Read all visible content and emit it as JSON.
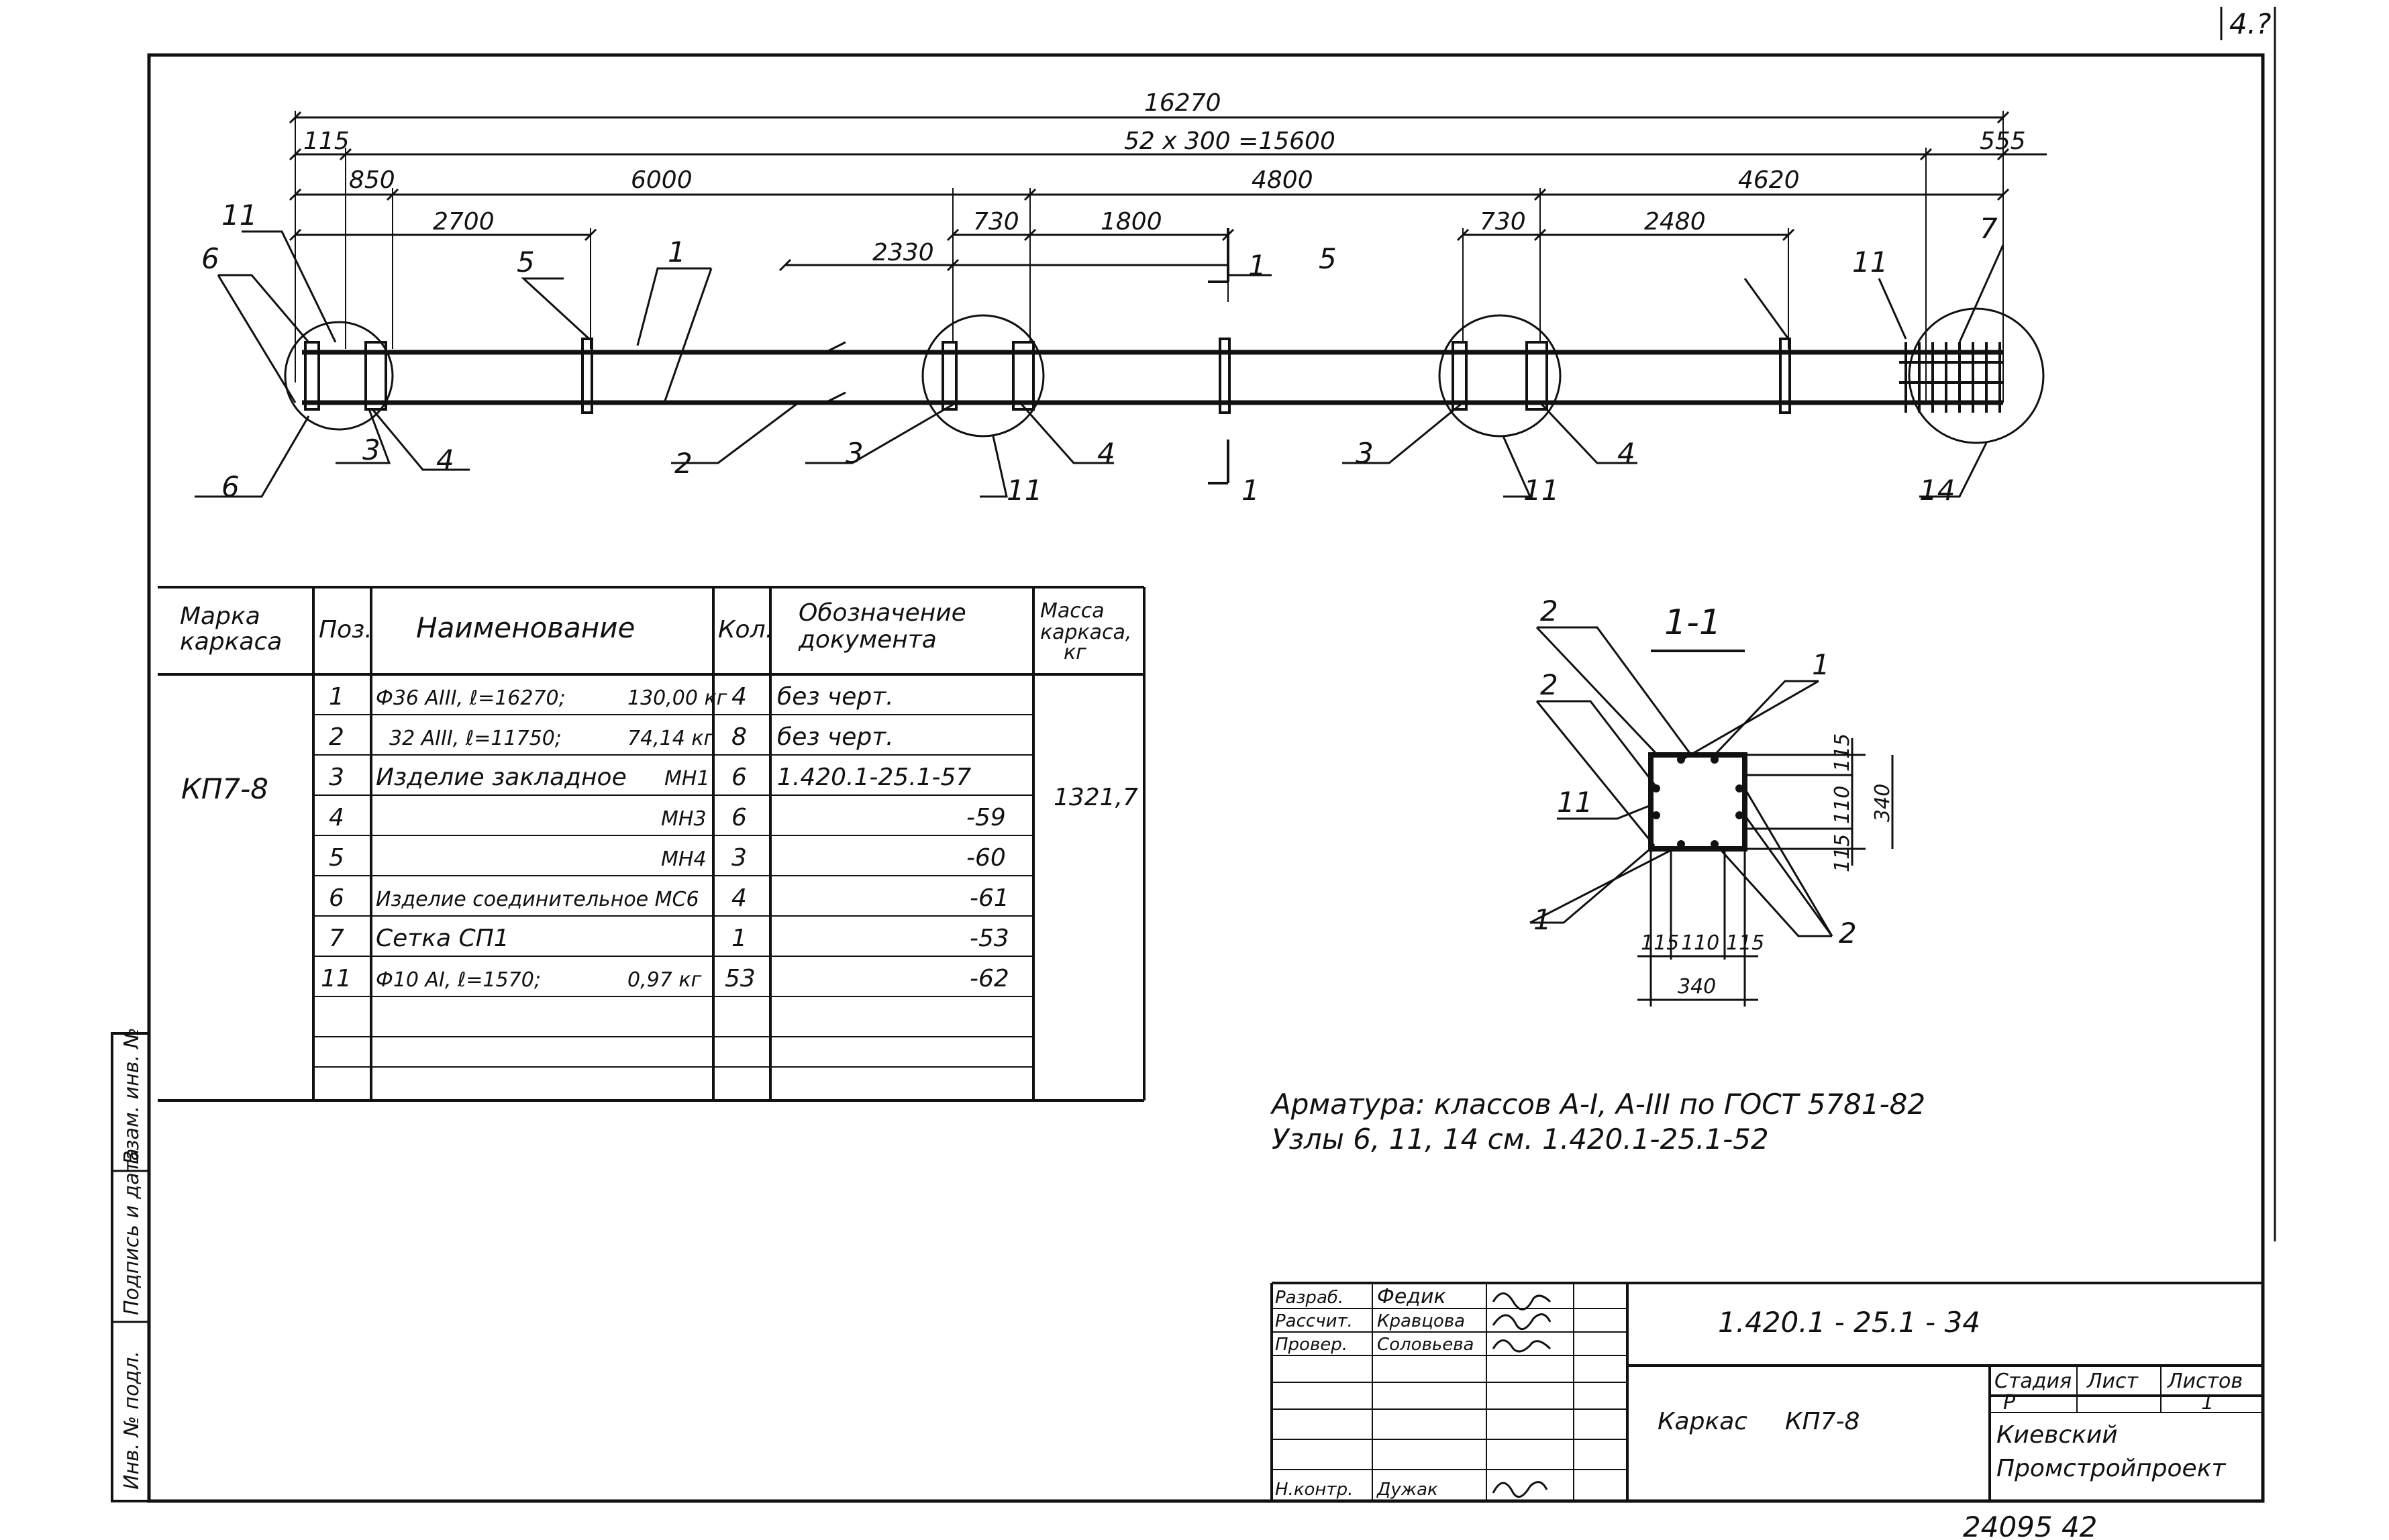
{
  "corner_mark": "4.?",
  "drawing": {
    "dims": {
      "total": "16270",
      "pitch": "52 x 300 =15600",
      "left_end": "115",
      "right_end": "555",
      "seg_850": "850",
      "seg_6000": "6000",
      "seg_4800": "4800",
      "seg_4620": "4620",
      "seg_2700": "2700",
      "seg_2330": "2330",
      "seg_730a": "730",
      "seg_1800": "1800",
      "seg_730b": "730",
      "seg_2480": "2480"
    },
    "callouts": [
      "11",
      "6",
      "5",
      "1",
      "5",
      "7",
      "11",
      "3",
      "4",
      "6",
      "2",
      "3",
      "4",
      "11",
      "3",
      "4",
      "11",
      "14"
    ],
    "section_mark": "1",
    "section_mark_bottom": "1"
  },
  "section": {
    "title": "1-1",
    "labels": [
      "2",
      "2",
      "1",
      "11",
      "1",
      "2"
    ],
    "dims": [
      "115",
      "110",
      "115",
      "340",
      "115",
      "110",
      "115",
      "340"
    ]
  },
  "table": {
    "headers": [
      "Марка каркаса",
      "Поз.",
      "Наименование",
      "Кол.",
      "Обозначение документа",
      "Масса каркаса, кг"
    ],
    "mark": "КП7-8",
    "mass": "1321,7",
    "rows": [
      {
        "pos": "1",
        "name": "Ф36 АIII, ℓ=16270;",
        "mass": "130,00 кг",
        "qty": "4",
        "doc": "без черт."
      },
      {
        "pos": "2",
        "name": "32 АIII, ℓ=11750;",
        "mass": "74,14 кг",
        "qty": "8",
        "doc": "без черт."
      },
      {
        "pos": "3",
        "name": "Изделие закладное",
        "mass": "МН1",
        "qty": "6",
        "doc": "1.420.1-25.1-57"
      },
      {
        "pos": "4",
        "name": "",
        "mass": "МН3",
        "qty": "6",
        "doc": "-59"
      },
      {
        "pos": "5",
        "name": "",
        "mass": "МН4",
        "qty": "3",
        "doc": "-60"
      },
      {
        "pos": "6",
        "name": "Изделие соединительное МС6",
        "mass": "",
        "qty": "4",
        "doc": "-61"
      },
      {
        "pos": "7",
        "name": "Сетка СП1",
        "mass": "",
        "qty": "1",
        "doc": "-53"
      },
      {
        "pos": "11",
        "name": "Ф10 АI, ℓ=1570;",
        "mass": "0,97 кг",
        "qty": "53",
        "doc": "-62"
      }
    ]
  },
  "notes": {
    "line1": "Арматура: классов А-I, А-III по ГОСТ 5781-82",
    "line2": "Узлы 6, 11, 14 см. 1.420.1-25.1-52"
  },
  "side_stamp": [
    "Инв. № подл.",
    "Подпись и дата",
    "Взам. инв. №"
  ],
  "title_block": {
    "roles": [
      "Разраб.",
      "Рассчит.",
      "Провер.",
      "",
      "",
      "",
      "Н.контр."
    ],
    "names": [
      "Федик",
      "Кравцова",
      "Соловьева",
      "",
      "",
      "",
      "Дужак"
    ],
    "code": "1.420.1 - 25.1 - 34",
    "title_word": "Каркас",
    "title_mark": "КП7-8",
    "stage_header": "Стадия",
    "sheet_header": "Лист",
    "sheets_header": "Листов",
    "stage": "Р",
    "sheets": "1",
    "org_line1": "Киевский",
    "org_line2": "Промстройпроект"
  },
  "bottom_number": "24095 42"
}
